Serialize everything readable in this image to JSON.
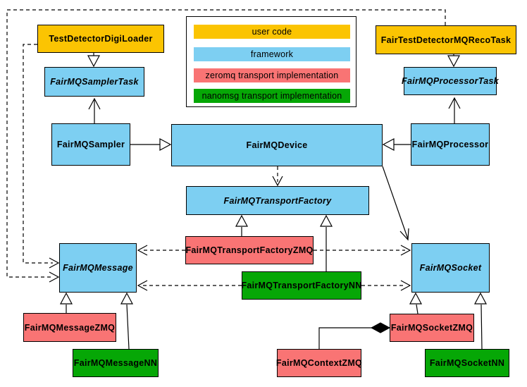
{
  "legend": {
    "items": [
      {
        "label": "user code",
        "color": "#fbc402"
      },
      {
        "label": "framework",
        "color": "#7dcff2"
      },
      {
        "label": "zeromq transport implementation",
        "color": "#f97474"
      },
      {
        "label": "nanomsg transport implementation",
        "color": "#06a706"
      }
    ]
  },
  "colors": {
    "user_code": "#fbc402",
    "framework": "#7dcff2",
    "zeromq": "#f97474",
    "nanomsg": "#06a706",
    "border": "#000000",
    "background": "#ffffff"
  },
  "boxes": {
    "testDetectorDigiLoader": {
      "label": "TestDetectorDigiLoader",
      "category": "user code",
      "abstract": false,
      "color": "#fbc402"
    },
    "fairTestDetectorMQRecoTask": {
      "label": "FairTestDetectorMQRecoTask",
      "category": "user code",
      "abstract": false,
      "color": "#fbc402"
    },
    "fairMQSamplerTask": {
      "label": "FairMQSamplerTask",
      "category": "framework",
      "abstract": true,
      "color": "#7dcff2"
    },
    "fairMQProcessorTask": {
      "label": "FairMQProcessorTask",
      "category": "framework",
      "abstract": true,
      "color": "#7dcff2"
    },
    "fairMQSampler": {
      "label": "FairMQSampler",
      "category": "framework",
      "abstract": false,
      "color": "#7dcff2"
    },
    "fairMQDevice": {
      "label": "FairMQDevice",
      "category": "framework",
      "abstract": false,
      "color": "#7dcff2"
    },
    "fairMQProcessor": {
      "label": "FairMQProcessor",
      "category": "framework",
      "abstract": false,
      "color": "#7dcff2"
    },
    "fairMQTransportFactory": {
      "label": "FairMQTransportFactory",
      "category": "framework",
      "abstract": true,
      "color": "#7dcff2"
    },
    "fairMQTransportFactoryZMQ": {
      "label": "FairMQTransportFactoryZMQ",
      "category": "zeromq transport implementation",
      "abstract": false,
      "color": "#f97474"
    },
    "fairMQTransportFactoryNN": {
      "label": "FairMQTransportFactoryNN",
      "category": "nanomsg transport implementation",
      "abstract": false,
      "color": "#06a706"
    },
    "fairMQMessage": {
      "label": "FairMQMessage",
      "category": "framework",
      "abstract": true,
      "color": "#7dcff2"
    },
    "fairMQSocket": {
      "label": "FairMQSocket",
      "category": "framework",
      "abstract": true,
      "color": "#7dcff2"
    },
    "fairMQMessageZMQ": {
      "label": "FairMQMessageZMQ",
      "category": "zeromq transport implementation",
      "abstract": false,
      "color": "#f97474"
    },
    "fairMQMessageNN": {
      "label": "FairMQMessageNN",
      "category": "nanomsg transport implementation",
      "abstract": false,
      "color": "#06a706"
    },
    "fairMQContextZMQ": {
      "label": "FairMQContextZMQ",
      "category": "zeromq transport implementation",
      "abstract": false,
      "color": "#f97474"
    },
    "fairMQSocketZMQ": {
      "label": "FairMQSocketZMQ",
      "category": "zeromq transport implementation",
      "abstract": false,
      "color": "#f97474"
    },
    "fairMQSocketNN": {
      "label": "FairMQSocketNN",
      "category": "nanomsg transport implementation",
      "abstract": false,
      "color": "#06a706"
    }
  },
  "relations": [
    {
      "from": "TestDetectorDigiLoader",
      "to": "FairMQSamplerTask",
      "type": "inheritance-hollow-triangle"
    },
    {
      "from": "FairMQSampler",
      "to": "FairMQSamplerTask",
      "type": "inheritance-open-arrow"
    },
    {
      "from": "FairTestDetectorMQRecoTask",
      "to": "FairMQProcessorTask",
      "type": "inheritance-hollow-triangle"
    },
    {
      "from": "FairMQProcessor",
      "to": "FairMQProcessorTask",
      "type": "inheritance-open-arrow"
    },
    {
      "from": "FairMQSampler",
      "to": "FairMQDevice",
      "type": "inheritance-hollow-triangle"
    },
    {
      "from": "FairMQProcessor",
      "to": "FairMQDevice",
      "type": "inheritance-hollow-triangle"
    },
    {
      "from": "FairMQDevice",
      "to": "FairMQTransportFactory",
      "type": "dependency-dashed"
    },
    {
      "from": "FairMQDevice",
      "to": "FairMQSocket",
      "type": "association-open-arrow"
    },
    {
      "from": "FairMQTransportFactoryZMQ",
      "to": "FairMQTransportFactory",
      "type": "inheritance-hollow-triangle"
    },
    {
      "from": "FairMQTransportFactoryNN",
      "to": "FairMQTransportFactory",
      "type": "inheritance-hollow-triangle"
    },
    {
      "from": "FairMQTransportFactoryZMQ",
      "to": "FairMQMessage",
      "type": "dependency-dashed"
    },
    {
      "from": "FairMQTransportFactoryZMQ",
      "to": "FairMQSocket",
      "type": "dependency-dashed"
    },
    {
      "from": "FairMQTransportFactoryNN",
      "to": "FairMQMessage",
      "type": "dependency-dashed"
    },
    {
      "from": "FairMQTransportFactoryNN",
      "to": "FairMQSocket",
      "type": "dependency-dashed"
    },
    {
      "from": "TestDetectorDigiLoader",
      "to": "FairMQMessage",
      "type": "dependency-dashed"
    },
    {
      "from": "FairTestDetectorMQRecoTask",
      "to": "FairMQMessage",
      "type": "dependency-dashed"
    },
    {
      "from": "FairMQMessageZMQ",
      "to": "FairMQMessage",
      "type": "inheritance-hollow-triangle"
    },
    {
      "from": "FairMQMessageNN",
      "to": "FairMQMessage",
      "type": "inheritance-hollow-triangle"
    },
    {
      "from": "FairMQSocketZMQ",
      "to": "FairMQSocket",
      "type": "inheritance-hollow-triangle"
    },
    {
      "from": "FairMQSocketNN",
      "to": "FairMQSocket",
      "type": "inheritance-hollow-triangle"
    },
    {
      "from": "FairMQContextZMQ",
      "to": "FairMQSocketZMQ",
      "type": "composition-filled-diamond"
    }
  ]
}
